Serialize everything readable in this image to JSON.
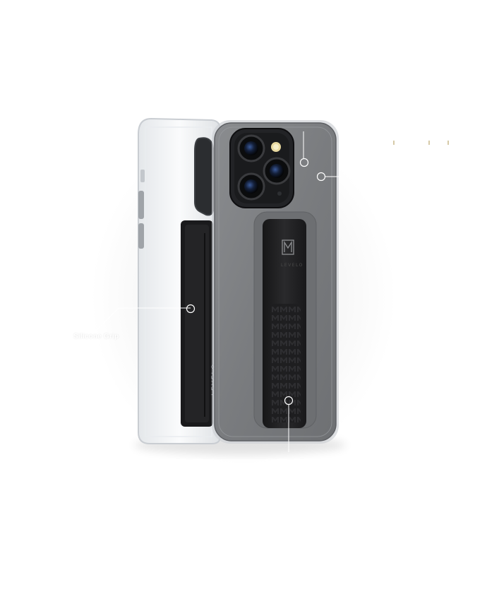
{
  "callouts": {
    "grip_label": "Silicone Grip"
  },
  "brand": {
    "wordmark": "LEVELO",
    "logo_letter": "M"
  },
  "colors": {
    "clear_shell": "#f2f4f6",
    "smoke_case": "#7b7d80",
    "grip_black": "#1c1c1e",
    "lens_blue": "#1b2a4a",
    "callout_white": "#ffffff",
    "accent_gold": "#c9b98a"
  },
  "icons": {
    "callout_points": "circle-marker-icon",
    "logo": "levelo-logo-icon"
  }
}
